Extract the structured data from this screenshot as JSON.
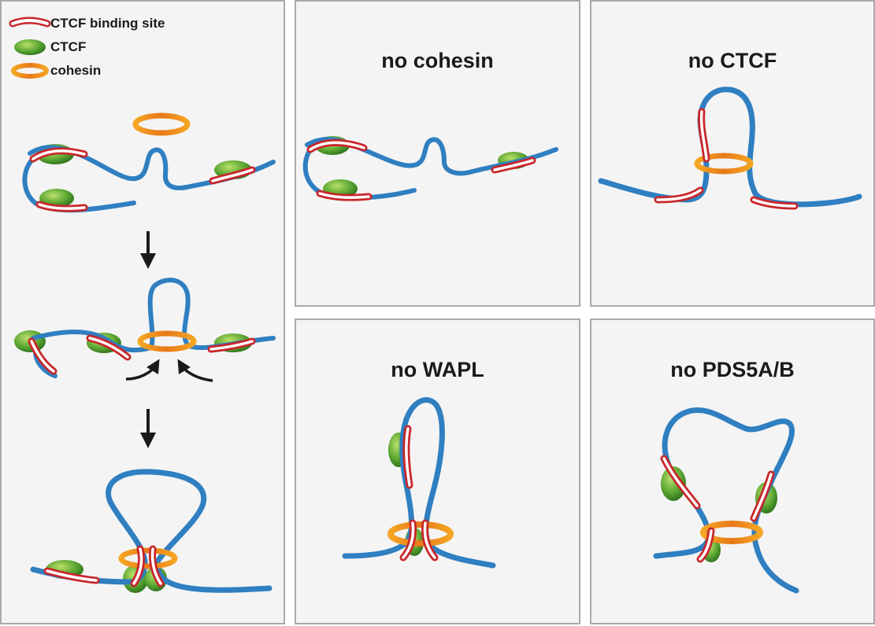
{
  "legend": {
    "binding_site": "CTCF binding site",
    "ctcf": "CTCF",
    "cohesin": "cohesin"
  },
  "panels": {
    "no_cohesin": {
      "title": "no cohesin"
    },
    "no_ctcf": {
      "title": "no CTCF"
    },
    "no_wapl": {
      "title": "no WAPL"
    },
    "no_pds5": {
      "title": "no PDS5A/B"
    }
  },
  "colors": {
    "dna": "#2f7fc1",
    "binding_site_outline": "#c8262a",
    "binding_site_fill": "#ffffff",
    "ctcf_dark": "#2e7d1f",
    "ctcf_light": "#9fd35a",
    "cohesin": "#f2a21b",
    "panel_bg": "#f4f4f4",
    "panel_border": "#a9a9a9"
  }
}
